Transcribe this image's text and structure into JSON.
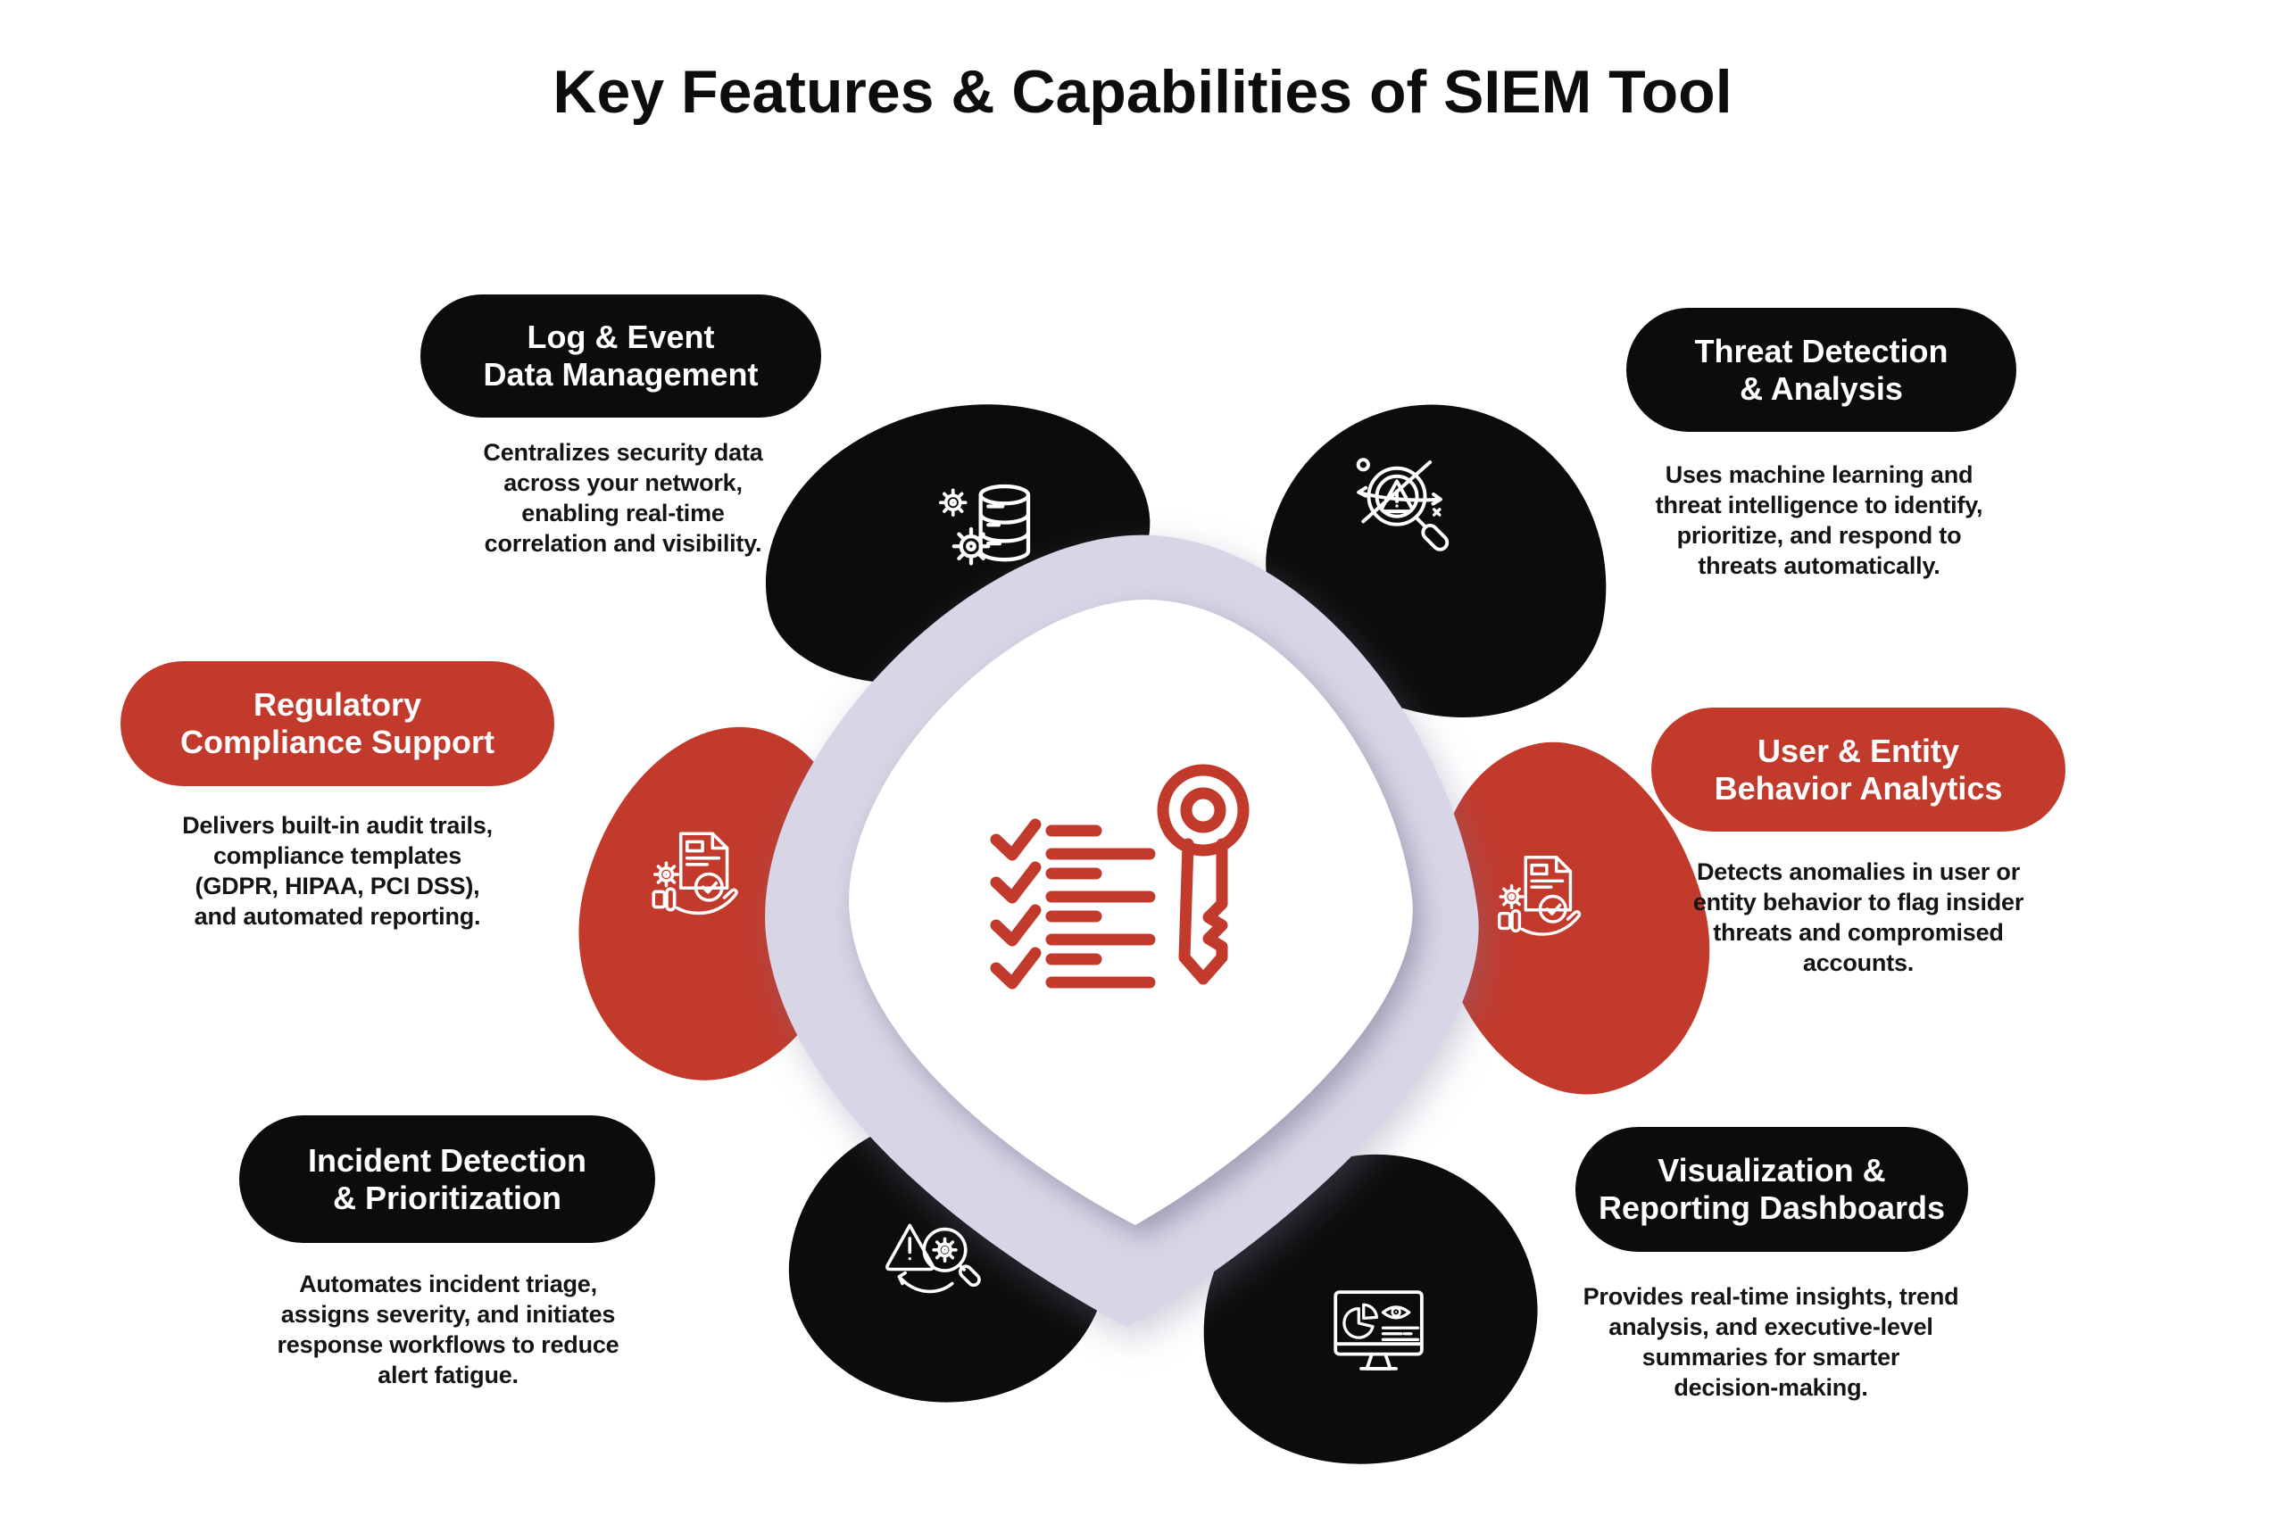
{
  "title": "Key Features & Capabilities of SIEM Tool",
  "colors": {
    "pill_black": "#0c0c0c",
    "pill_red": "#c23a2c",
    "accent_red": "#c23a2c",
    "center_ring_lavender": "#d8d5e6",
    "center_fill": "#ffffff",
    "background": "#ffffff",
    "text": "#141414"
  },
  "center": {
    "icon": "key-checklist-icon",
    "icon_color": "#c23a2c"
  },
  "features": [
    {
      "id": "log-event-data-management",
      "pill_color": "black",
      "icon": "gears-database-icon",
      "label_lines": [
        "Log & Event",
        "Data Management"
      ],
      "desc_lines": [
        "Centralizes security data",
        "across your network,",
        "enabling real-time",
        "correlation and visibility."
      ]
    },
    {
      "id": "threat-detection-analysis",
      "pill_color": "black",
      "icon": "magnifier-target-warning-icon",
      "label_lines": [
        "Threat Detection",
        "& Analysis"
      ],
      "desc_lines": [
        "Uses machine learning and",
        "threat intelligence to identify,",
        "prioritize, and respond to",
        "threats automatically."
      ]
    },
    {
      "id": "regulatory-compliance-support",
      "pill_color": "red",
      "icon": "document-gear-hand-check-icon",
      "label_lines": [
        "Regulatory",
        "Compliance Support"
      ],
      "desc_lines": [
        "Delivers built-in audit trails,",
        "compliance templates",
        "(GDPR, HIPAA, PCI DSS),",
        "and automated reporting."
      ]
    },
    {
      "id": "user-entity-behavior-analytics",
      "pill_color": "red",
      "icon": "document-gear-hand-check-icon",
      "label_lines": [
        "User & Entity",
        "Behavior Analytics"
      ],
      "desc_lines": [
        "Detects anomalies in user or",
        "entity behavior to flag insider",
        "threats and compromised",
        "accounts."
      ]
    },
    {
      "id": "incident-detection-prioritization",
      "pill_color": "black",
      "icon": "warning-magnifier-gear-icon",
      "label_lines": [
        "Incident Detection",
        "& Prioritization"
      ],
      "desc_lines": [
        "Automates incident triage,",
        "assigns severity, and initiates",
        "response workflows to reduce",
        "alert fatigue."
      ]
    },
    {
      "id": "visualization-reporting-dashboards",
      "pill_color": "black",
      "icon": "dashboard-monitor-icon",
      "label_lines": [
        "Visualization &",
        "Reporting Dashboards"
      ],
      "desc_lines": [
        "Provides real-time insights, trend",
        "analysis, and executive-level",
        "summaries for smarter",
        "decision-making."
      ]
    }
  ]
}
